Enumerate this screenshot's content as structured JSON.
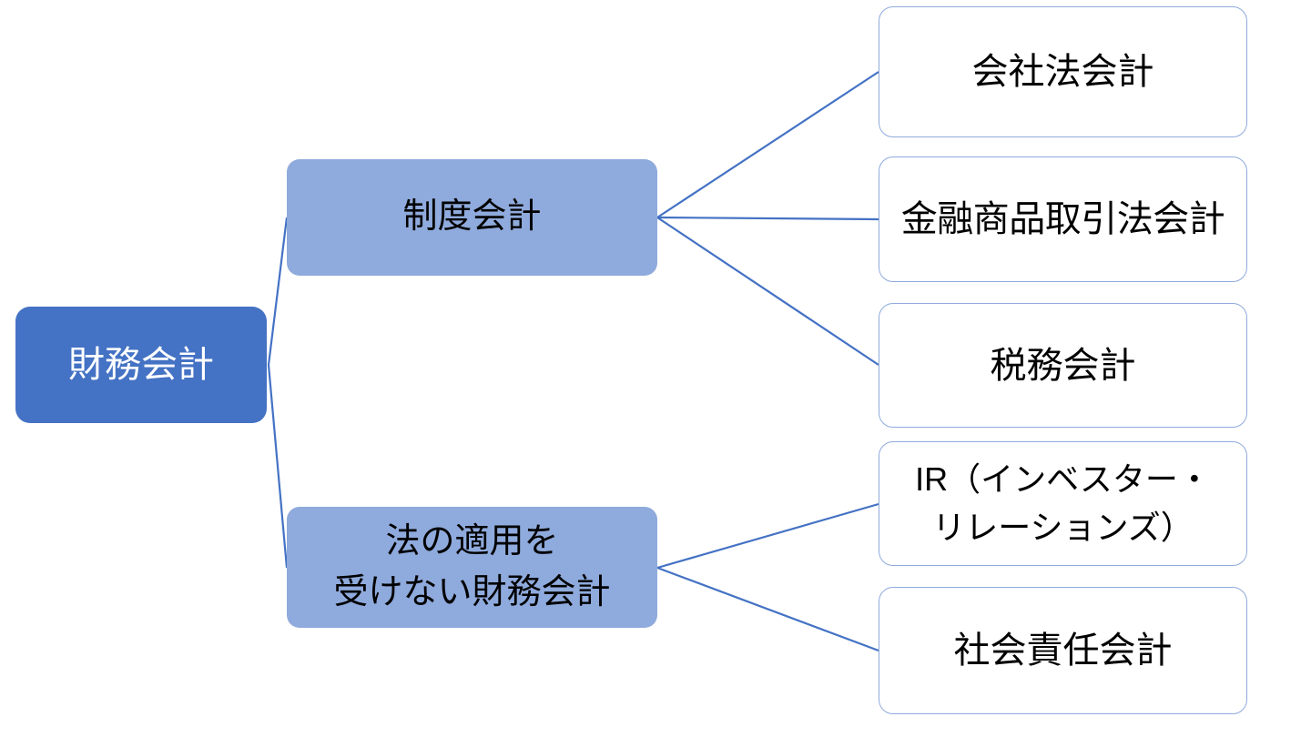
{
  "diagram": {
    "type": "tree-diagram",
    "title_text": "財務会計",
    "colors": {
      "root_fill": "#4472C4",
      "root_text": "#FFFFFF",
      "branch_fill": "#8FAADC",
      "branch_text": "#000000",
      "leaf_fill": "#FFFFFF",
      "leaf_border": "#8FAADC",
      "leaf_text": "#000000",
      "connector": "#4472C4",
      "background": "#FFFFFF"
    },
    "root": {
      "label": "財務会計"
    },
    "branches": [
      {
        "label": "制度会計",
        "children": [
          {
            "label": "会社法会計"
          },
          {
            "label": "金融商品取引法会計"
          },
          {
            "label": "税務会計"
          }
        ]
      },
      {
        "label": "法の適用を\n受けない財務会計",
        "children": [
          {
            "label": "IR（インベスター・\nリレーションズ）"
          },
          {
            "label": "社会責任会計"
          }
        ]
      }
    ]
  }
}
